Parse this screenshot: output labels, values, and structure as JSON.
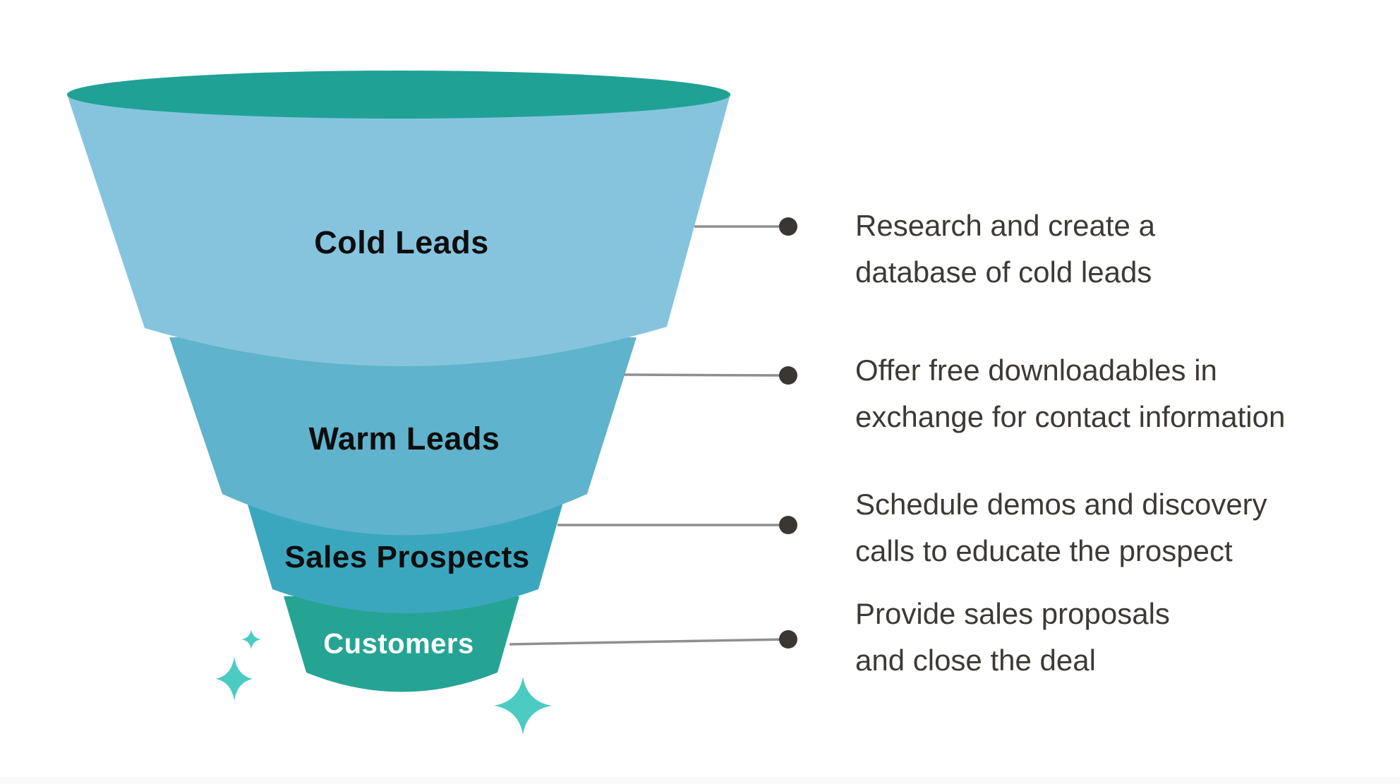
{
  "background_color": "#FFFFFF",
  "funnel": {
    "top_color": "#1FA295",
    "stages": [
      {
        "label": "Cold Leads",
        "color": "#86C4DE",
        "label_color": "#0D0D0D",
        "description": "Research and create a\ndatabase of cold leads"
      },
      {
        "label": "Warm Leads",
        "color": "#5FB3CC",
        "label_color": "#0D0D0D",
        "description": "Offer free downloadables in\nexchange for contact information"
      },
      {
        "label": "Sales Prospects",
        "color": "#3BA7BF",
        "label_color": "#0D0D0D",
        "description": "Schedule demos and discovery\ncalls to educate the prospect"
      },
      {
        "label": "Customers",
        "color": "#26A493",
        "label_color": "#FFFFFF",
        "description": "Provide sales proposals\nand close the deal"
      }
    ]
  },
  "connector": {
    "line_color": "#8F8F8F",
    "dot_color": "#3A3633"
  },
  "decorations": {
    "sparkle_color": "#4CCBC3"
  },
  "text_color": "#3D3935",
  "footer_strip_color": "#F8F8F8"
}
